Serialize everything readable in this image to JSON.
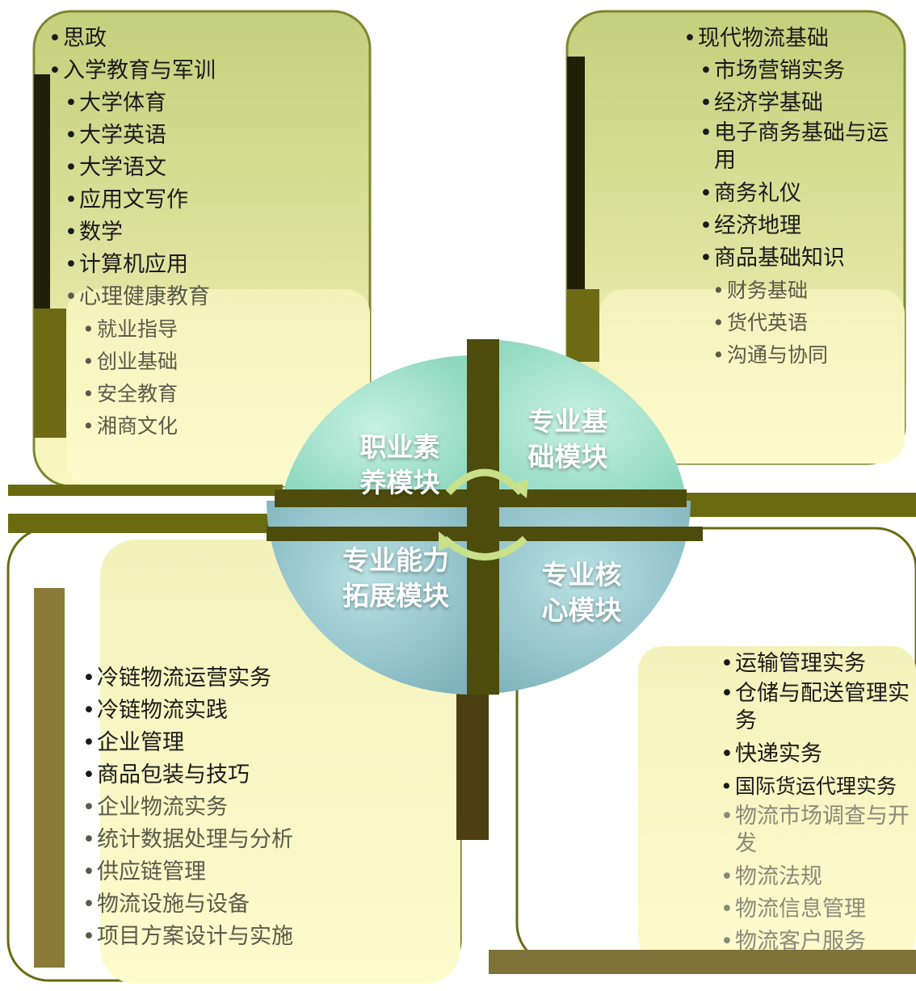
{
  "colors": {
    "panel_top": "#c6d280",
    "panel_bottom": "#fbf8bf",
    "panel_border": "#6f7a20",
    "dark_bar": "#6a6b10",
    "circle_teal": "#a9e6d3",
    "circle_blue": "#9bc7cf",
    "arrow_green": "#c9e08a"
  },
  "modules": {
    "literacy": {
      "label": "职业素养模块",
      "courses": [
        "思政",
        "入学教育与军训",
        "大学体育",
        "大学英语",
        "大学语文",
        "应用文写作",
        "数学",
        "计算机应用",
        "心理健康教育",
        "就业指导",
        "创业基础",
        "安全教育",
        "湘商文化"
      ]
    },
    "foundation": {
      "label": "专业基础模块",
      "courses": [
        "现代物流基础",
        "市场营销实务",
        "经济学基础",
        "电子商务基础与运用",
        "商务礼仪",
        "经济地理",
        "商品基础知识",
        "财务基础",
        "货代英语",
        "沟通与协同"
      ]
    },
    "core": {
      "label": "专业核心模块",
      "courses": [
        "运输管理实务",
        "仓储与配送管理实务",
        "快递实务",
        "国际货运代理实务",
        "物流市场调查与开发",
        "物流法规",
        "物流信息管理",
        "物流客户服务"
      ]
    },
    "extension": {
      "label": "专业能力拓展模块",
      "courses": [
        "冷链物流运营实务",
        "冷链物流实践",
        "企业管理",
        "商品包装与技巧",
        "企业物流实务",
        "统计数据处理与分析",
        "供应链管理",
        "物流设施与设备",
        "项目方案设计与实施"
      ]
    }
  }
}
